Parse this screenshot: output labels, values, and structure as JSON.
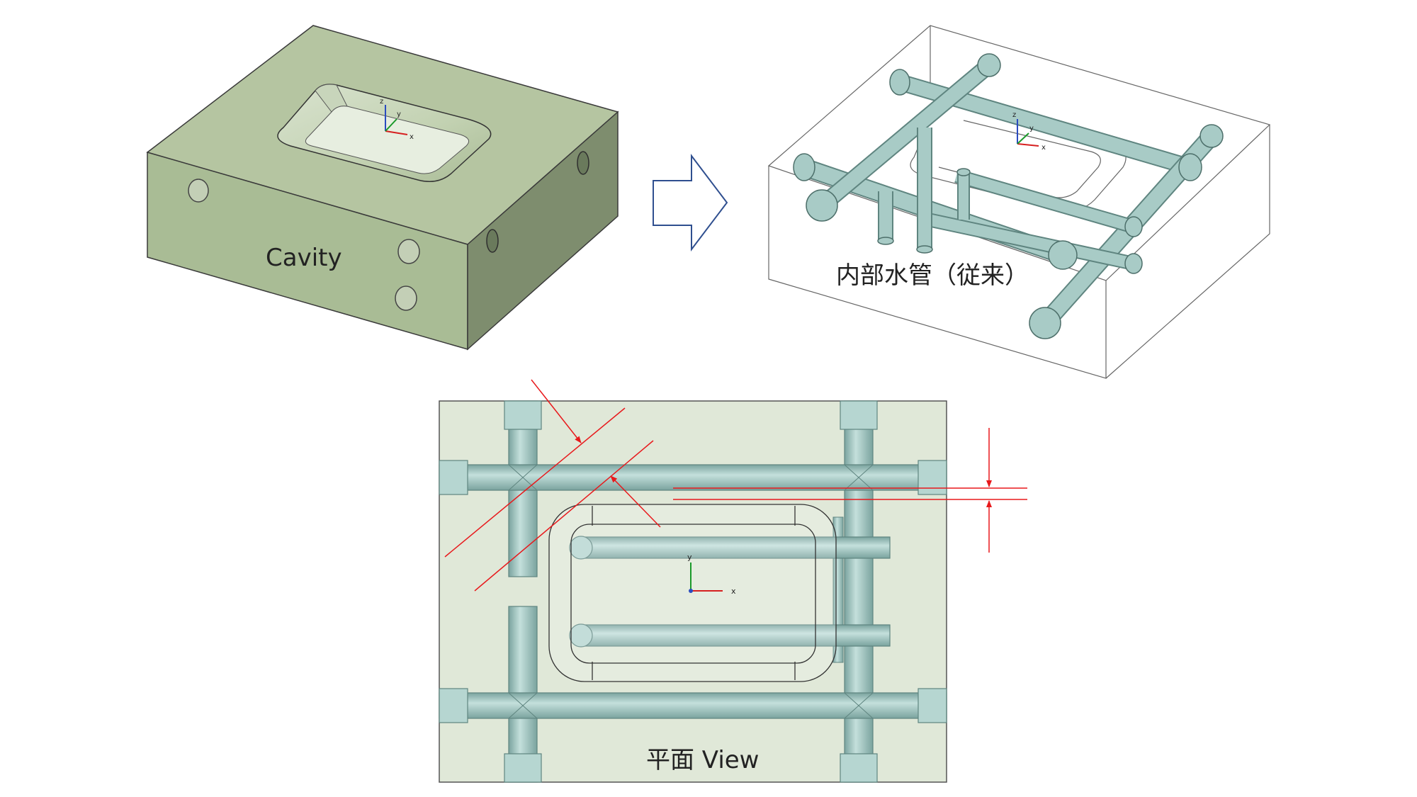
{
  "labels": {
    "cavity": "Cavity",
    "internal": "内部水管（従来）",
    "plan": "平面 View"
  },
  "axis_labels": {
    "x": "x",
    "y": "y",
    "z": "z"
  },
  "colors": {
    "block_top": "#b5c5a1",
    "block_front": "#a9bc95",
    "block_side": "#7e8d6e",
    "pipe": "#a8cbc6",
    "pipe_dark": "#6e9893",
    "plan_bg": "#e0e8d8",
    "dimension": "#e8191c",
    "arrow_outline": "#2f4f8f"
  }
}
